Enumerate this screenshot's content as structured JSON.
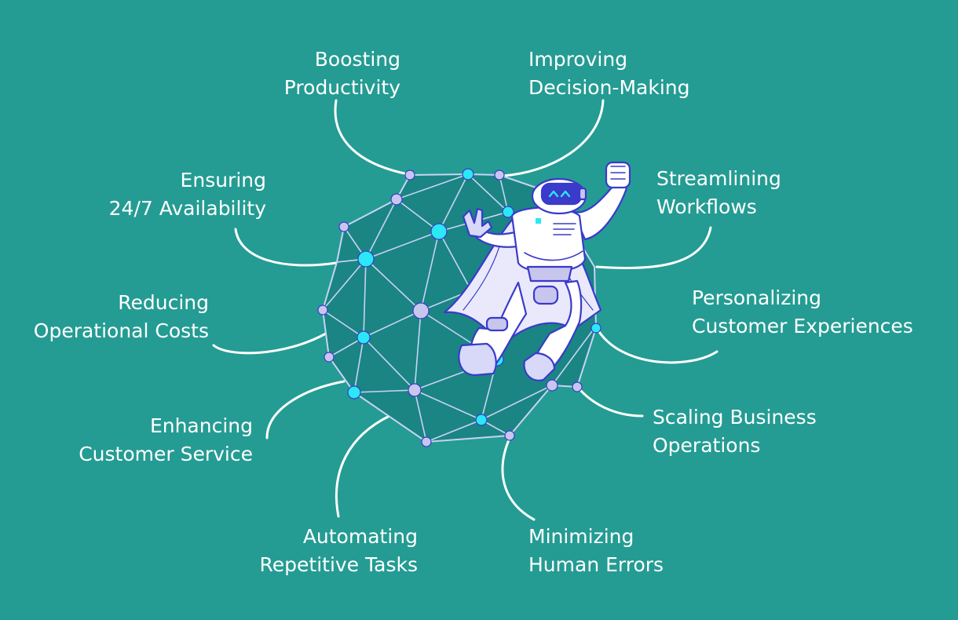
{
  "benefits": [
    {
      "id": "boosting-productivity",
      "line1": "Boosting",
      "line2": "Productivity"
    },
    {
      "id": "improving-decision-making",
      "line1": "Improving",
      "line2": "Decision-Making"
    },
    {
      "id": "ensuring-availability",
      "line1": "Ensuring",
      "line2": "24/7 Availability"
    },
    {
      "id": "streamlining-workflows",
      "line1": "Streamlining",
      "line2": "Workflows"
    },
    {
      "id": "reducing-costs",
      "line1": "Reducing",
      "line2": "Operational Costs"
    },
    {
      "id": "personalizing-experiences",
      "line1": "Personalizing",
      "line2": "Customer Experiences"
    },
    {
      "id": "enhancing-service",
      "line1": "Enhancing",
      "line2": "Customer Service"
    },
    {
      "id": "scaling-operations",
      "line1": "Scaling Business",
      "line2": "Operations"
    },
    {
      "id": "automating-tasks",
      "line1": "Automating",
      "line2": "Repetitive Tasks"
    },
    {
      "id": "minimizing-errors",
      "line1": "Minimizing",
      "line2": "Human Errors"
    }
  ],
  "colors": {
    "background": "#249c93",
    "sphere_fill": "#1a8583",
    "mesh_line": "#c9d2f5",
    "node_cyan": "#2ae8f4",
    "node_lavender": "#c9c6ee",
    "robot_body": "#ffffff",
    "robot_accent": "#3a3acb"
  }
}
